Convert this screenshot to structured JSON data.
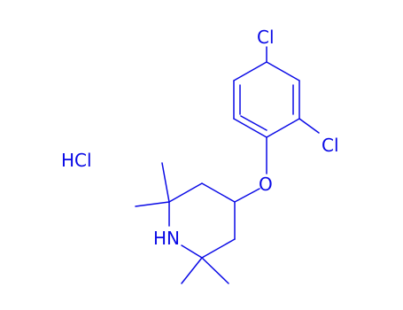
{
  "structure": {
    "color": "#0a0ae6",
    "labels": {
      "cl_top": "Cl",
      "cl_right": "Cl",
      "oxygen": "O",
      "nh": "HN",
      "salt": "HCl"
    }
  }
}
